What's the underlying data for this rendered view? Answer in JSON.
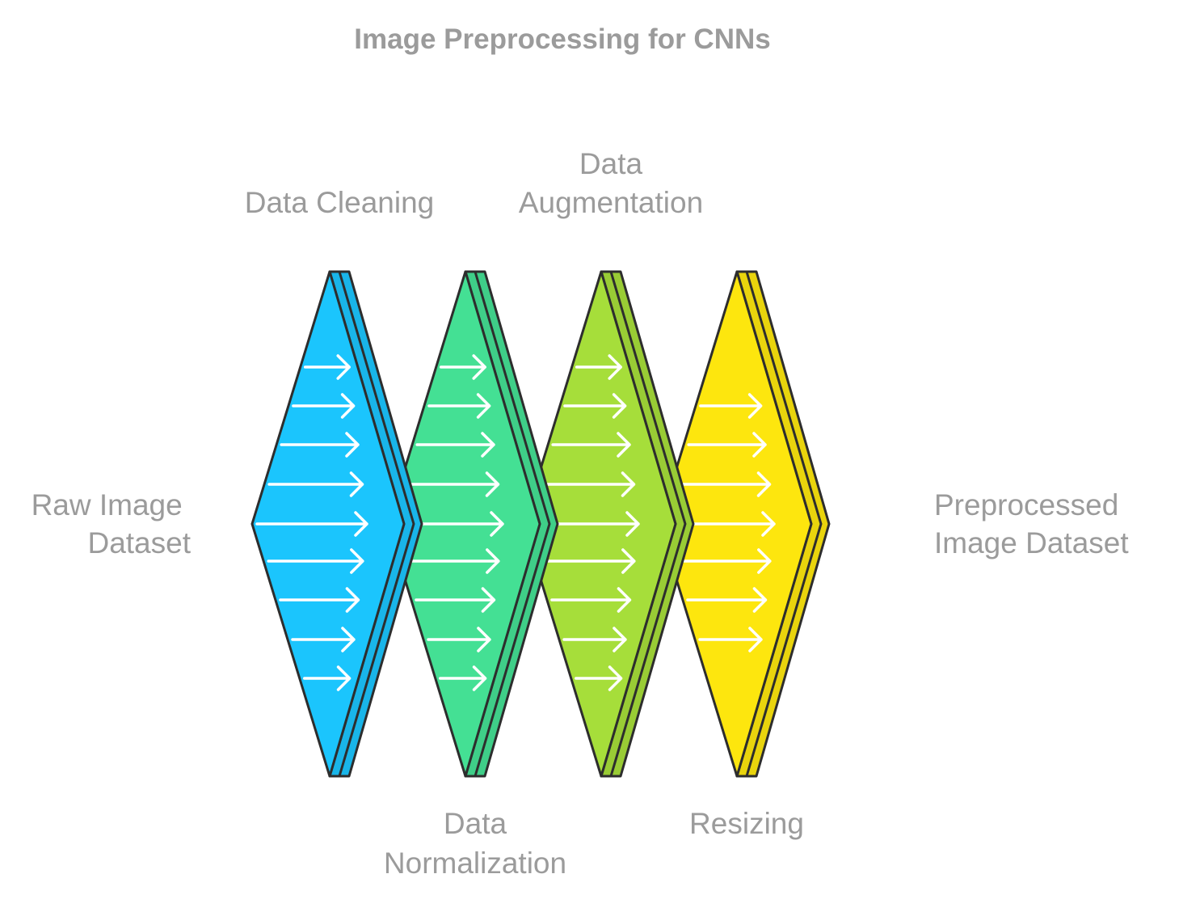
{
  "title": "Image Preprocessing for CNNs",
  "input_label": [
    "Raw Image",
    "Dataset"
  ],
  "output_label": [
    "Preprocessed",
    "Image Dataset"
  ],
  "stages": [
    {
      "name": "data-cleaning",
      "label": [
        "Data Cleaning"
      ],
      "label_position": "top",
      "color": "#1bc5fd",
      "arrow_rows": 9
    },
    {
      "name": "data-normalization",
      "label": [
        "Data",
        "Normalization"
      ],
      "label_position": "bottom",
      "color": "#44e094",
      "arrow_rows": 9
    },
    {
      "name": "data-augmentation",
      "label": [
        "Data",
        "Augmentation"
      ],
      "label_position": "top",
      "color": "#a6de3a",
      "arrow_rows": 9
    },
    {
      "name": "resizing",
      "label": [
        "Resizing"
      ],
      "label_position": "bottom",
      "color": "#fde60e",
      "arrow_rows": 7
    }
  ]
}
